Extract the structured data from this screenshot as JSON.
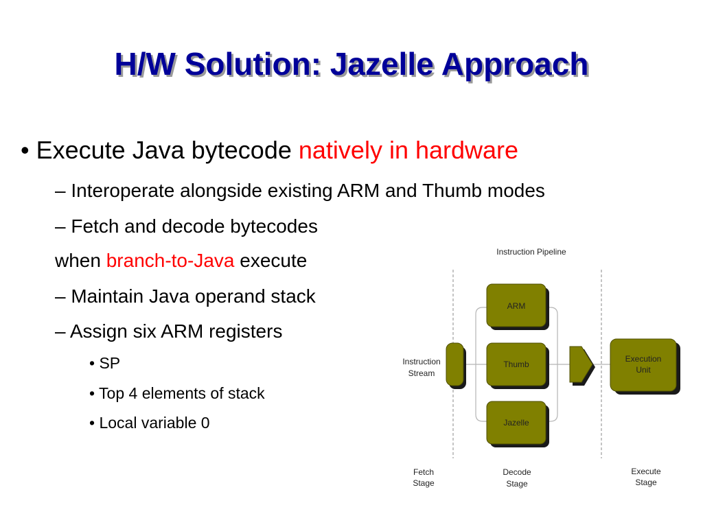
{
  "slide": {
    "title": "H/W Solution: Jazelle Approach",
    "bullets": {
      "b1_marker": "•",
      "b1_prefix": "Execute Java bytecode ",
      "b1_highlight": "natively in hardware",
      "s1_marker": "–",
      "s1_text": "Interoperate alongside existing ARM and Thumb modes",
      "s2_marker": "–",
      "s2_text": "Fetch and decode bytecodes",
      "s2_cont_prefix": "when ",
      "s2_cont_highlight": "branch-to-Java",
      "s2_cont_suffix": " execute",
      "s3_marker": "–",
      "s3_text": "Maintain Java operand stack",
      "s4_marker": "–",
      "s4_text": "Assign six ARM registers",
      "t1_marker": "•",
      "t1_text": "SP",
      "t2_marker": "•",
      "t2_text": "Top 4 elements of stack",
      "t3_marker": "•",
      "t3_text": "Local variable 0"
    }
  },
  "diagram": {
    "title": "Instruction Pipeline",
    "input_label_line1": "Instruction",
    "input_label_line2": "Stream",
    "box_arm": "ARM",
    "box_thumb": "Thumb",
    "box_jazelle": "Jazelle",
    "exec_line1": "Execution",
    "exec_line2": "Unit",
    "stage_fetch_1": "Fetch",
    "stage_fetch_2": "Stage",
    "stage_decode_1": "Decode",
    "stage_decode_2": "Stage",
    "stage_execute_1": "Execute",
    "stage_execute_2": "Stage",
    "colors": {
      "box_fill": "#808000",
      "box_border": "#4d4d00",
      "shadow": "#1a1a1a",
      "title": "#000099",
      "title_shadow": "#9a9a9a",
      "highlight": "#ff0000"
    }
  }
}
